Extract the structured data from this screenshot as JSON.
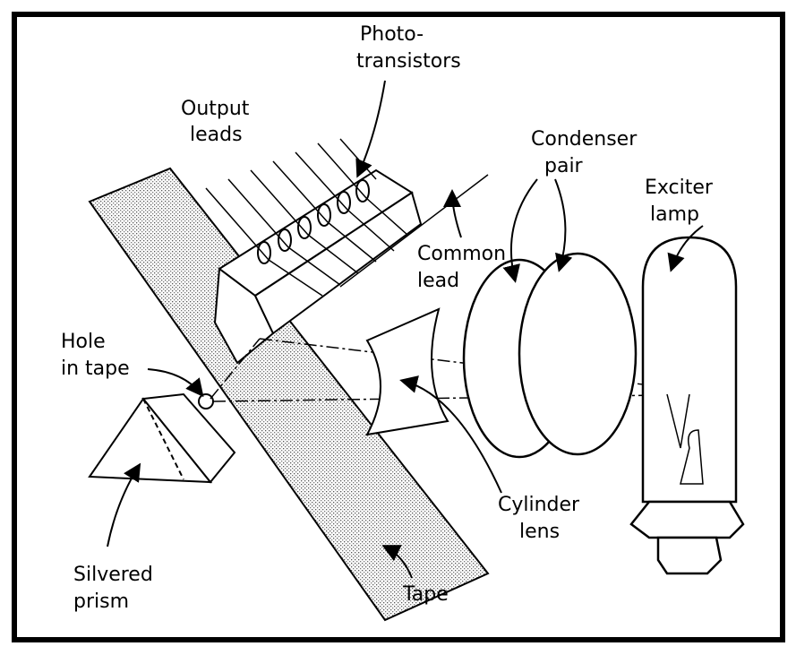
{
  "diagram": {
    "labels": {
      "photo_line1": "Photo-",
      "photo_line2": "transistors",
      "output_line1": "Output",
      "output_line2": "leads",
      "condenser_line1": "Condenser",
      "condenser_line2": "pair",
      "exciter_line1": "Exciter",
      "exciter_line2": "lamp",
      "common_line1": "Common",
      "common_line2": "lead",
      "hole_line1": "Hole",
      "hole_line2": "in tape",
      "cylinder_line1": "Cylinder",
      "cylinder_line2": "lens",
      "silvered_line1": "Silvered",
      "silvered_line2": "prism",
      "tape": "Tape"
    }
  }
}
